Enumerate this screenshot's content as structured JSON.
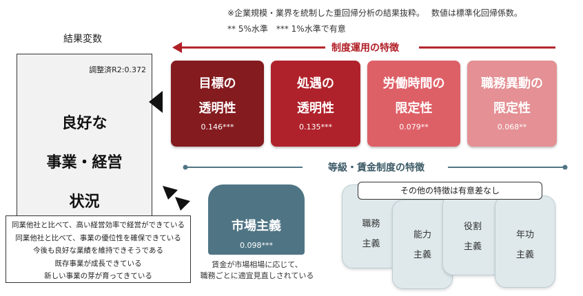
{
  "notes": {
    "line1": "※企業規模・業界を統制した重回帰分析の結果抜粋。　 数値は標準化回帰係数。",
    "line2": "** 5%水準　*** 1%水準で有意"
  },
  "outcome": {
    "title": "結果変数",
    "adj_r2": "調整済R2:0.372",
    "main_label": "良好な\n事業・経営\n状況",
    "items": [
      "同業他社と比べて、高い経営効率で経営ができている",
      "同業他社と比べて、事業の優位性を確保できている",
      "今後も良好な業績を維持できそうである",
      "既存事業が成長できている",
      "新しい事業の芽が育ってきている"
    ]
  },
  "system_features": {
    "label": "制度運用の特徴",
    "arrow_color": "#b01e26",
    "cards": [
      {
        "title": "目標の\n透明性",
        "value": "0.146***",
        "color": "#841b1f"
      },
      {
        "title": "処遇の\n透明性",
        "value": "0.135***",
        "color": "#b0222b"
      },
      {
        "title": "労働時間の\n限定性",
        "value": "0.079**",
        "color": "#de6067"
      },
      {
        "title": "職務異動の\n限定性",
        "value": "0.068**",
        "color": "#e49094"
      }
    ]
  },
  "grade_wage_features": {
    "label": "等級・賃金制度の特徴",
    "line_color": "#4f7584",
    "market": {
      "title": "市場主義",
      "value": "0.098***",
      "note": "賃金が市場相場に応じて、\n職務ごとに適宜見直しされている"
    },
    "not_significant_label": "その他の特徴は有意差なし",
    "others": [
      "職務\n主義",
      "能力\n主義",
      "役割\n主義",
      "年功\n主義"
    ]
  }
}
